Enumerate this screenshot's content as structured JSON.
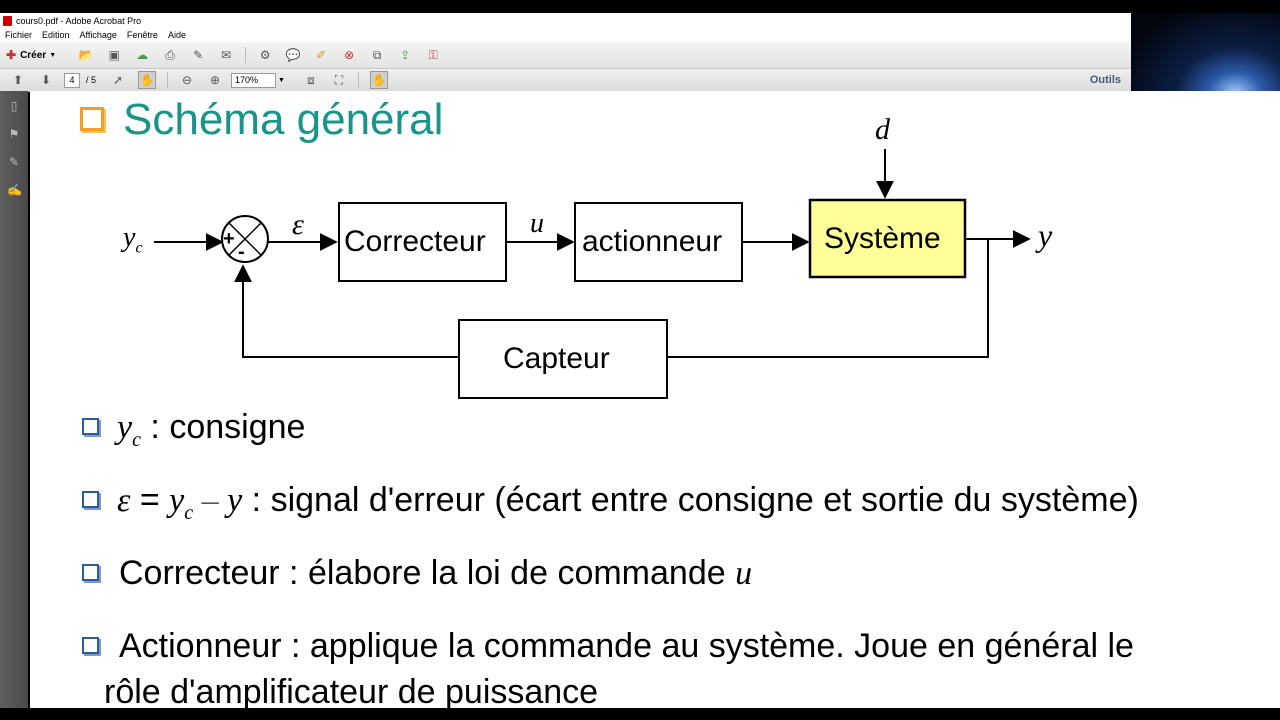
{
  "window": {
    "title": "cours0.pdf - Adobe Acrobat Pro"
  },
  "menu": [
    "Fichier",
    "Edition",
    "Affichage",
    "Fenêtre",
    "Aide"
  ],
  "toolbar": {
    "create_label": "Créer",
    "page_current": "4",
    "page_total": "/ 5",
    "zoom": "170%",
    "tools_label": "Outils"
  },
  "slide": {
    "title": "Schéma général",
    "diagram": {
      "input_label": "y",
      "input_sub": "c",
      "error_label": "ε",
      "control_label": "u",
      "disturbance_label": "d",
      "output_label": "y",
      "sum_plus": "+",
      "sum_minus": "-",
      "block_correcteur": "Correcteur",
      "block_actionneur": "actionneur",
      "block_systeme": "Système",
      "block_capteur": "Capteur"
    },
    "items": {
      "b1_sym": "y",
      "b1_sub": "c",
      "b1_text": " : consigne",
      "b2_eps": "ε",
      "b2_eq": " = ",
      "b2_y": "y",
      "b2_sub": "c",
      "b2_minus": " – ",
      "b2_y2": "y",
      "b2_text": " : signal d'erreur (écart entre consigne et sortie du système)",
      "b3_text": "Correcteur : élabore la loi de commande ",
      "b3_u": "u",
      "b4_line1": "Actionneur : applique la commande au système. Joue en général le",
      "b4_line2": "rôle d'amplificateur de puissance"
    }
  },
  "colors": {
    "title": "#17958a",
    "system_block": "#ffff99",
    "title_bullet": "#f0a020",
    "bullet": "#2c5aa0"
  }
}
